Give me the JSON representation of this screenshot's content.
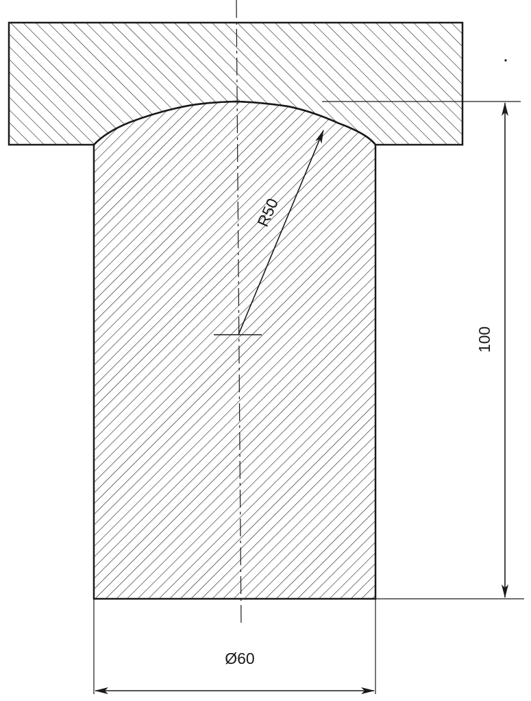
{
  "drawing": {
    "dimensions": {
      "height": "100",
      "diameter": "Ø60",
      "radius": "R50"
    },
    "colors": {
      "ink": "#1a1a1a",
      "paper": "#ffffff"
    }
  }
}
